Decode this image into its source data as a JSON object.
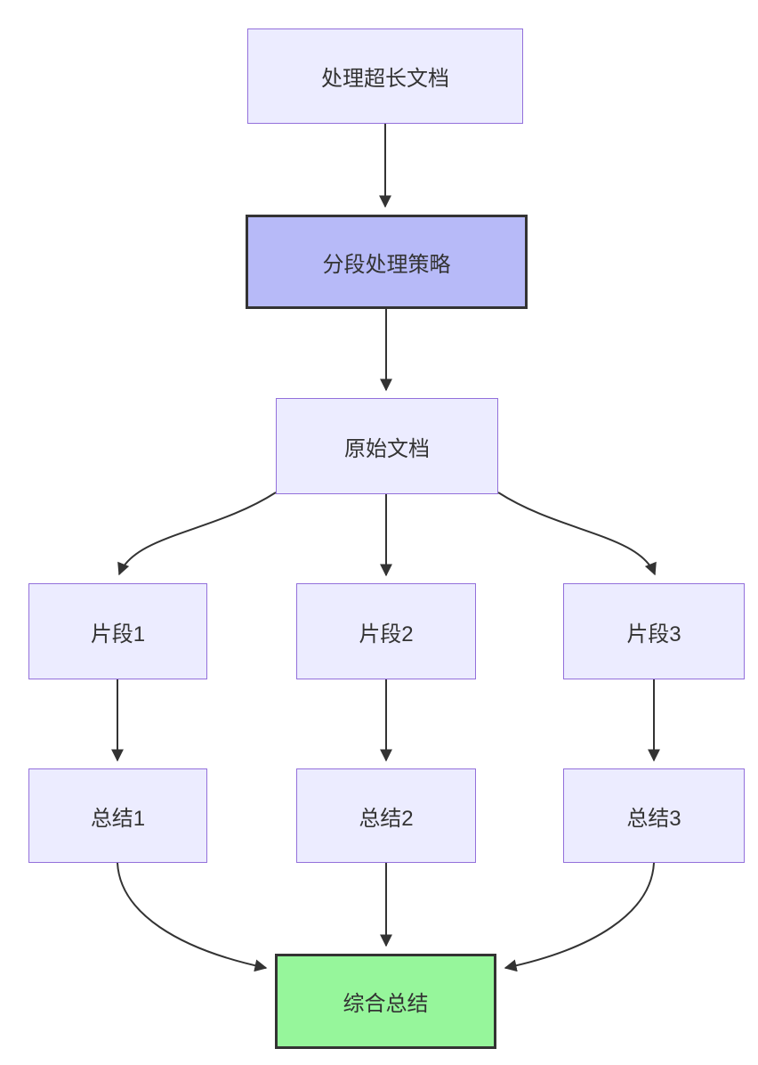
{
  "diagram": {
    "type": "flowchart",
    "direction": "top-down",
    "nodes": [
      {
        "id": "A",
        "label": "处理超长文档",
        "style": "default"
      },
      {
        "id": "B",
        "label": "分段处理策略",
        "style": "highlight"
      },
      {
        "id": "C",
        "label": "原始文档",
        "style": "default"
      },
      {
        "id": "D1",
        "label": "片段1",
        "style": "default"
      },
      {
        "id": "D2",
        "label": "片段2",
        "style": "default"
      },
      {
        "id": "D3",
        "label": "片段3",
        "style": "default"
      },
      {
        "id": "E1",
        "label": "总结1",
        "style": "default"
      },
      {
        "id": "E2",
        "label": "总结2",
        "style": "default"
      },
      {
        "id": "E3",
        "label": "总结3",
        "style": "default"
      },
      {
        "id": "F",
        "label": "综合总结",
        "style": "result"
      }
    ],
    "edges": [
      {
        "from": "A",
        "to": "B"
      },
      {
        "from": "B",
        "to": "C"
      },
      {
        "from": "C",
        "to": "D1"
      },
      {
        "from": "C",
        "to": "D2"
      },
      {
        "from": "C",
        "to": "D3"
      },
      {
        "from": "D1",
        "to": "E1"
      },
      {
        "from": "D2",
        "to": "E2"
      },
      {
        "from": "D3",
        "to": "E3"
      },
      {
        "from": "E1",
        "to": "F"
      },
      {
        "from": "E2",
        "to": "F"
      },
      {
        "from": "E3",
        "to": "F"
      }
    ],
    "colors": {
      "node_fill": "#ECECFF",
      "node_border": "#9370DB",
      "highlight_fill": "#B7BAF8",
      "highlight_border": "#333333",
      "result_fill": "#96F69B",
      "result_border": "#333333",
      "edge_color": "#333333",
      "text_color": "#333333",
      "background": "#FFFFFF"
    }
  }
}
